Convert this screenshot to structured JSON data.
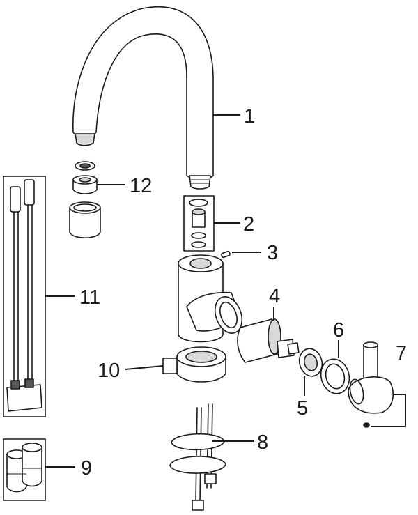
{
  "colors": {
    "line": "#1a1a1a",
    "part_fill": "#ffffff",
    "shade": "#d9d9d9",
    "dark": "#555555"
  },
  "callouts": [
    {
      "id": "1",
      "label": "1",
      "part": "spout"
    },
    {
      "id": "2",
      "label": "2",
      "part": "o-ring-and-bushing-kit"
    },
    {
      "id": "3",
      "label": "3",
      "part": "set-screw"
    },
    {
      "id": "4",
      "label": "4",
      "part": "cartridge"
    },
    {
      "id": "5",
      "label": "5",
      "part": "cartridge-nut"
    },
    {
      "id": "6",
      "label": "6",
      "part": "cover-cap"
    },
    {
      "id": "7",
      "label": "7",
      "part": "lever-handle"
    },
    {
      "id": "8",
      "label": "8",
      "part": "mounting-kit"
    },
    {
      "id": "9",
      "label": "9",
      "part": "adapters"
    },
    {
      "id": "10",
      "label": "10",
      "part": "base-ring"
    },
    {
      "id": "11",
      "label": "11",
      "part": "flexible-hoses"
    },
    {
      "id": "12",
      "label": "12",
      "part": "aerator"
    }
  ]
}
